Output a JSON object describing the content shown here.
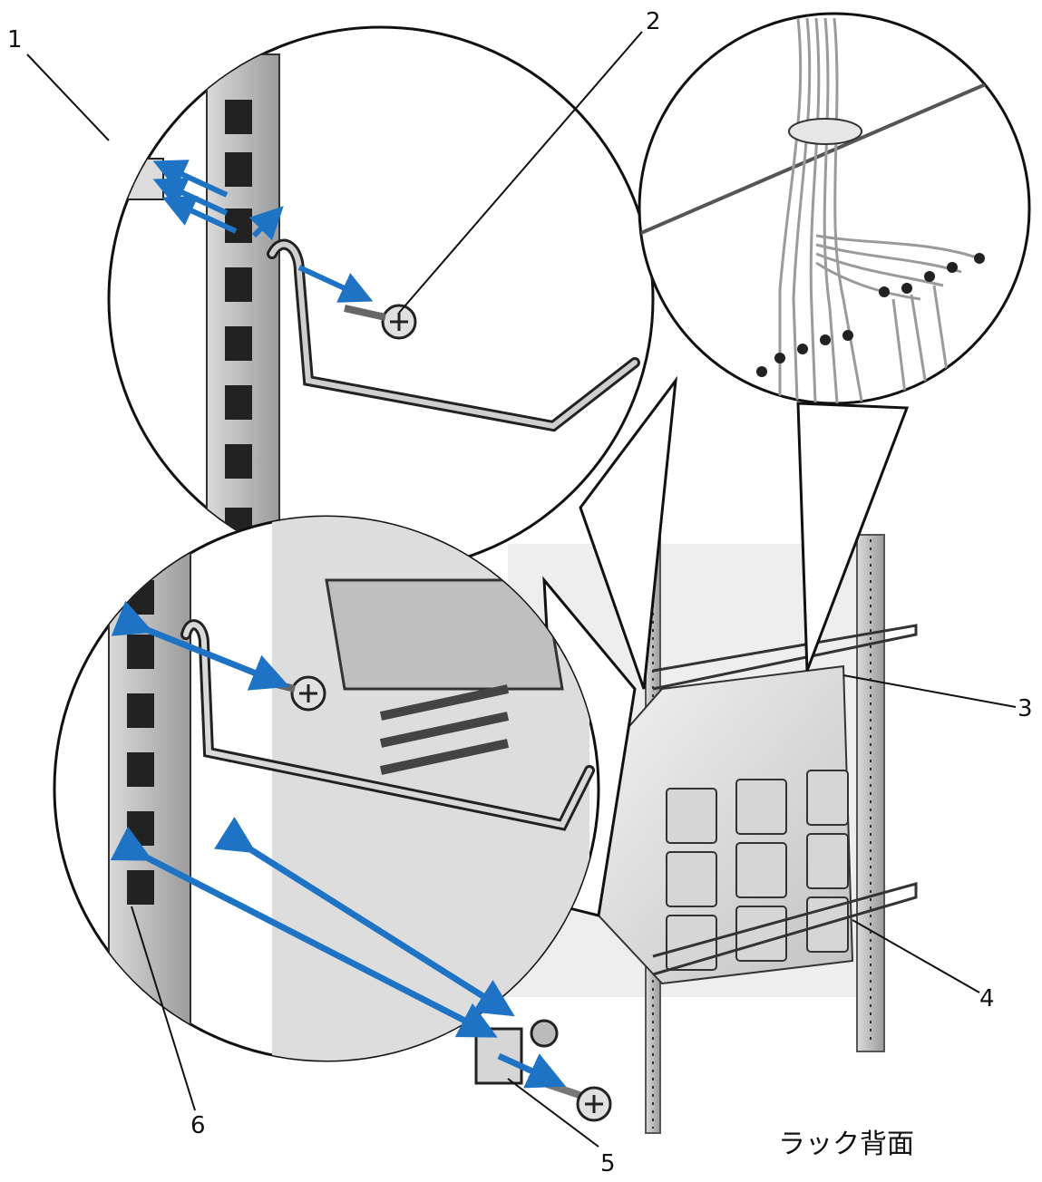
{
  "diagram": {
    "callouts": [
      {
        "id": "1",
        "label": "1"
      },
      {
        "id": "2",
        "label": "2"
      },
      {
        "id": "3",
        "label": "3"
      },
      {
        "id": "4",
        "label": "4"
      },
      {
        "id": "5",
        "label": "5"
      },
      {
        "id": "6",
        "label": "6"
      }
    ],
    "caption": "ラック背面",
    "colors": {
      "arrow": "#1f73c4",
      "outline": "#111111",
      "metal_light": "#e8e8e8",
      "metal_mid": "#bdbdbd",
      "metal_dark": "#6e6e6e",
      "background": "#ffffff"
    }
  }
}
